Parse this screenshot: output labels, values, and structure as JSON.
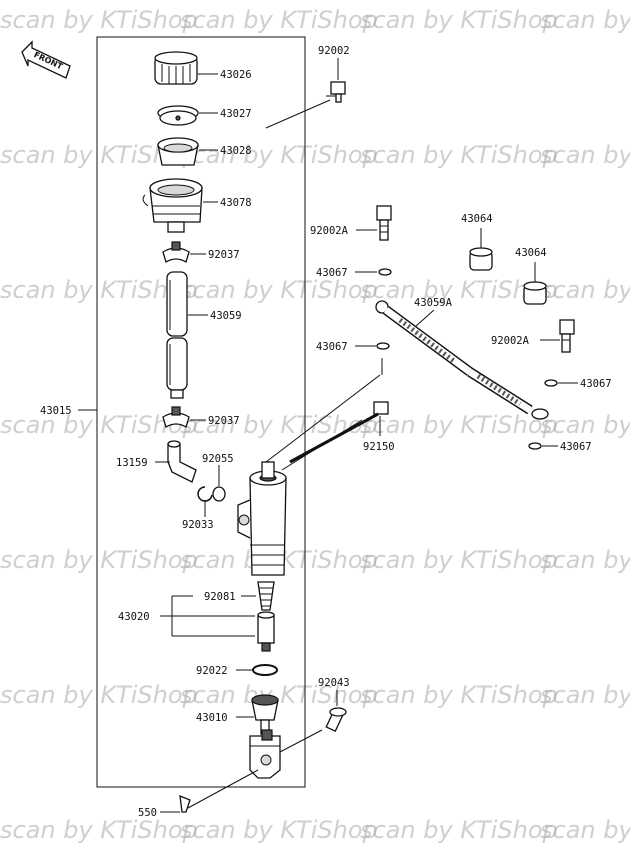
{
  "diagram": {
    "front_label": "FRONT",
    "watermark_text": "scan by KTiShop",
    "parts": {
      "p43026": "43026",
      "p43027": "43027",
      "p43028": "43028",
      "p43078": "43078",
      "p92037a": "92037",
      "p43059": "43059",
      "p92037b": "92037",
      "p43015": "43015",
      "p13159": "13159",
      "p92055": "92055",
      "p92033": "92033",
      "p92081": "92081",
      "p43020": "43020",
      "p92022": "92022",
      "p43010": "43010",
      "p550": "550",
      "p92002": "92002",
      "p92002A_a": "92002A",
      "p43067_a": "43067",
      "p43067_b": "43067",
      "p43064_a": "43064",
      "p43064_b": "43064",
      "p43059A": "43059A",
      "p92002A_b": "92002A",
      "p43067_c": "43067",
      "p43067_d": "43067",
      "p92150": "92150",
      "p92043": "92043"
    }
  }
}
